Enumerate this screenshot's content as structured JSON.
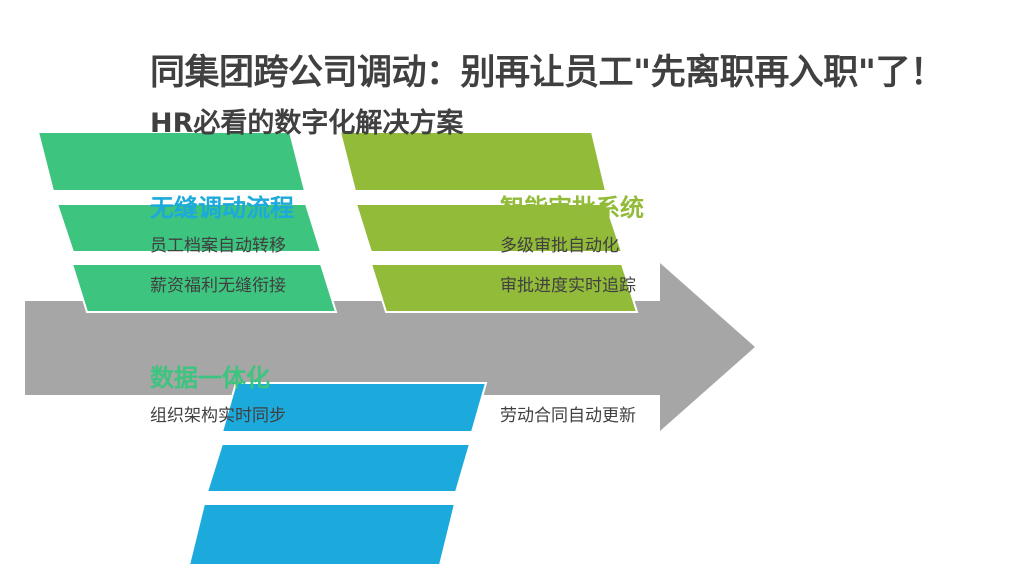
{
  "title": "同集团跨公司调动：别再让员工\"先离职再入职\"了！",
  "subtitle": "HR必看的数字化解决方案",
  "colors": {
    "green": "#3dc47f",
    "olive": "#93bb3a",
    "blue": "#1ca9db",
    "arrow": "#a6a6a6",
    "text": "#404040"
  },
  "sections": [
    {
      "heading": "无缝调动流程",
      "heading_color": "#1ca9db",
      "items": [
        "员工档案自动转移",
        "薪资福利无缝衔接"
      ]
    },
    {
      "heading": "智能审批系统",
      "heading_color": "#93bb3a",
      "items": [
        "多级审批自动化",
        "审批进度实时追踪"
      ]
    },
    {
      "heading": "数据一体化",
      "heading_color": "#3dc47f",
      "items": [
        "组织架构实时同步",
        "劳动合同自动更新"
      ]
    }
  ]
}
